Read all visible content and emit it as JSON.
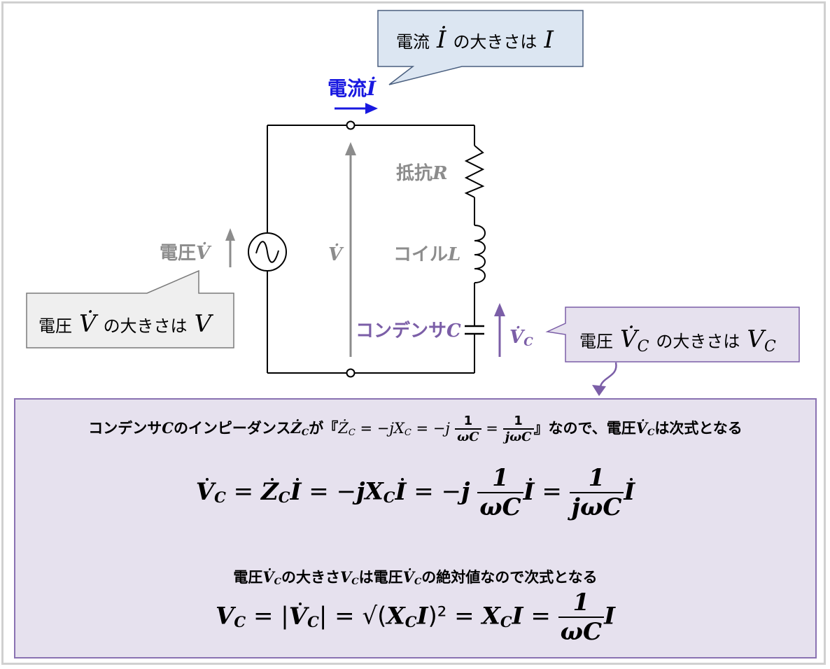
{
  "labels": {
    "current": "電流",
    "current_sym": "İ",
    "voltage": "電圧",
    "voltage_sym": "V̇",
    "center_voltage_sym": "V̇",
    "resistor": "抵抗",
    "resistor_sym": "R",
    "coil": "コイル",
    "coil_sym": "L",
    "capacitor": "コンデンサ",
    "capacitor_sym": "C",
    "vc_sym": "V̇",
    "vc_sub": "C"
  },
  "callouts": {
    "current": {
      "prefix": "電流",
      "sym": "İ",
      "mid": "の大きさは",
      "mag": "I"
    },
    "voltage": {
      "prefix": "電圧",
      "sym": "V̇",
      "mid": "の大きさは",
      "mag": "V"
    },
    "vc": {
      "prefix": "電圧",
      "sym": "V̇",
      "sub": "C",
      "mid": "の大きさは",
      "mag": "V",
      "mag_sub": "C"
    }
  },
  "panel": {
    "line1_a": "コンデンサ",
    "line1_c": "C",
    "line1_b": "のインピーダンス",
    "line1_z": "Ż",
    "line1_zsub": "C",
    "line1_ga": "が『",
    "line1_expr": " = −",
    "line1_j": "j",
    "line1_x": "X",
    "line1_xsub": "C",
    "line1_eq2": " = −",
    "line1_j2": "j",
    "line1_num": "1",
    "line1_den": "ωC",
    "line1_eq3": " = ",
    "line1_num2": "1",
    "line1_den2": "jωC",
    "line1_end": "』なので、電圧",
    "line1_v": "V̇",
    "line1_vsub": "C",
    "line1_tail": "は次式となる",
    "eq1": {
      "v": "V",
      "vsub": "C",
      "eq": " = ",
      "z": "Z",
      "zsub": "C",
      "i": "I",
      "eq2": " = −",
      "j": "j",
      "x": "X",
      "xsub": "C",
      "i2": "I",
      "eq3": " = −",
      "j2": "j",
      "num": "1",
      "den": "ωC",
      "i3": "I",
      "eq4": " = ",
      "num2": "1",
      "den2": "jωC",
      "i4": "I"
    },
    "line2_a": "電圧",
    "line2_v": "V̇",
    "line2_vsub": "C",
    "line2_b": "の大きさ",
    "line2_mag": "V",
    "line2_magsub": "C",
    "line2_c": "は電圧",
    "line2_v2": "V̇",
    "line2_v2sub": "C",
    "line2_d": "の絶対値なので次式となる",
    "eq2": {
      "v": "V",
      "vsub": "C",
      "eq": " = |",
      "vd": "V",
      "vdsub": "C",
      "bar": "| = √(",
      "x": "X",
      "xsub": "C",
      "i": "I",
      "sq": ")²",
      "eq2": " = ",
      "x2": "X",
      "x2sub": "C",
      "i2": "I",
      "eq3": " = ",
      "num": "1",
      "den": "ωC",
      "i3": "I"
    }
  },
  "colors": {
    "current_blue": "#1818e0",
    "gray": "#8c8c8c",
    "purple": "#7b5ea7",
    "callout_blue_bg": "#dce6f2",
    "callout_gray_bg": "#efefef",
    "callout_purple_bg": "#e6e1ee"
  }
}
